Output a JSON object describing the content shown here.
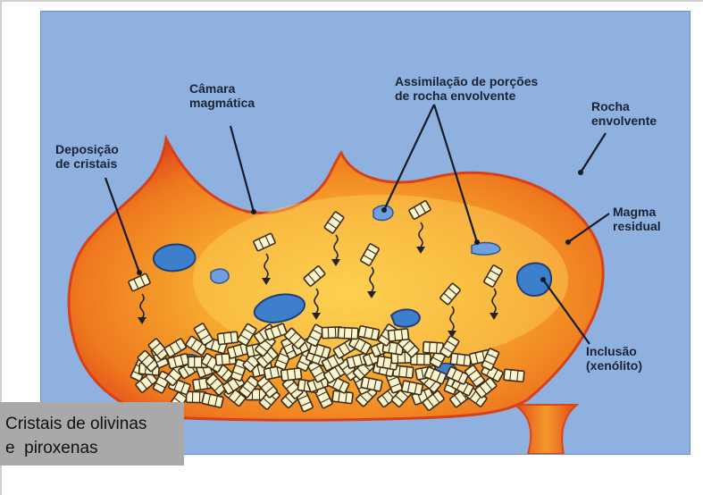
{
  "labels": {
    "camara": [
      "Câmara",
      "magmática"
    ],
    "assimilacao": [
      "Assimilação de porções",
      "de rocha envolvente"
    ],
    "rocha": [
      "Rocha",
      "envolvente"
    ],
    "deposicao": [
      "Deposição",
      "de cristais"
    ],
    "magma": [
      "Magma",
      "residual"
    ],
    "inclusao": [
      "Inclusão",
      "(xenólito)"
    ]
  },
  "caption": [
    "Cristais de olivinas",
    "e  piroxenas"
  ],
  "colors": {
    "background": "#8fb1df",
    "magma_outer": "#e8541a",
    "magma_inner": "#f6b33a",
    "crystal": "#fbf5cf",
    "xenolith": "#3e7fcc",
    "label_text": "#1b2233",
    "caption_box": "#a9a9a9"
  }
}
